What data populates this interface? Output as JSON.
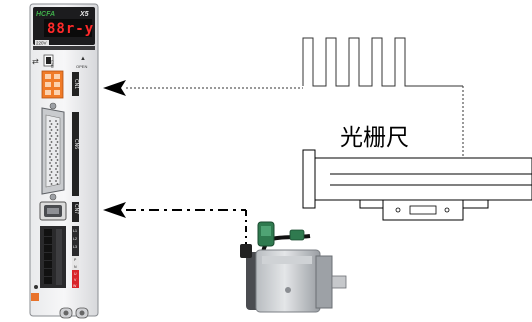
{
  "drive": {
    "brand": "HCFA",
    "model": "X5",
    "display": "88r-y",
    "voltage": "220V",
    "open_label": "OPEN",
    "cn1": "CN1",
    "cn6": "CN6",
    "cn7": "CN7",
    "cn3": "CN3",
    "terminal_labels": [
      "L1",
      "L2",
      "L3",
      "P",
      "N",
      "U",
      "V",
      "W"
    ]
  },
  "grating": {
    "label": "光栅尺"
  },
  "colors": {
    "cn1_plug": "#f07b28",
    "display_text": "#ff2a2a",
    "terminal_red": "#d8242a",
    "cable_green": "#2f7a4f"
  }
}
